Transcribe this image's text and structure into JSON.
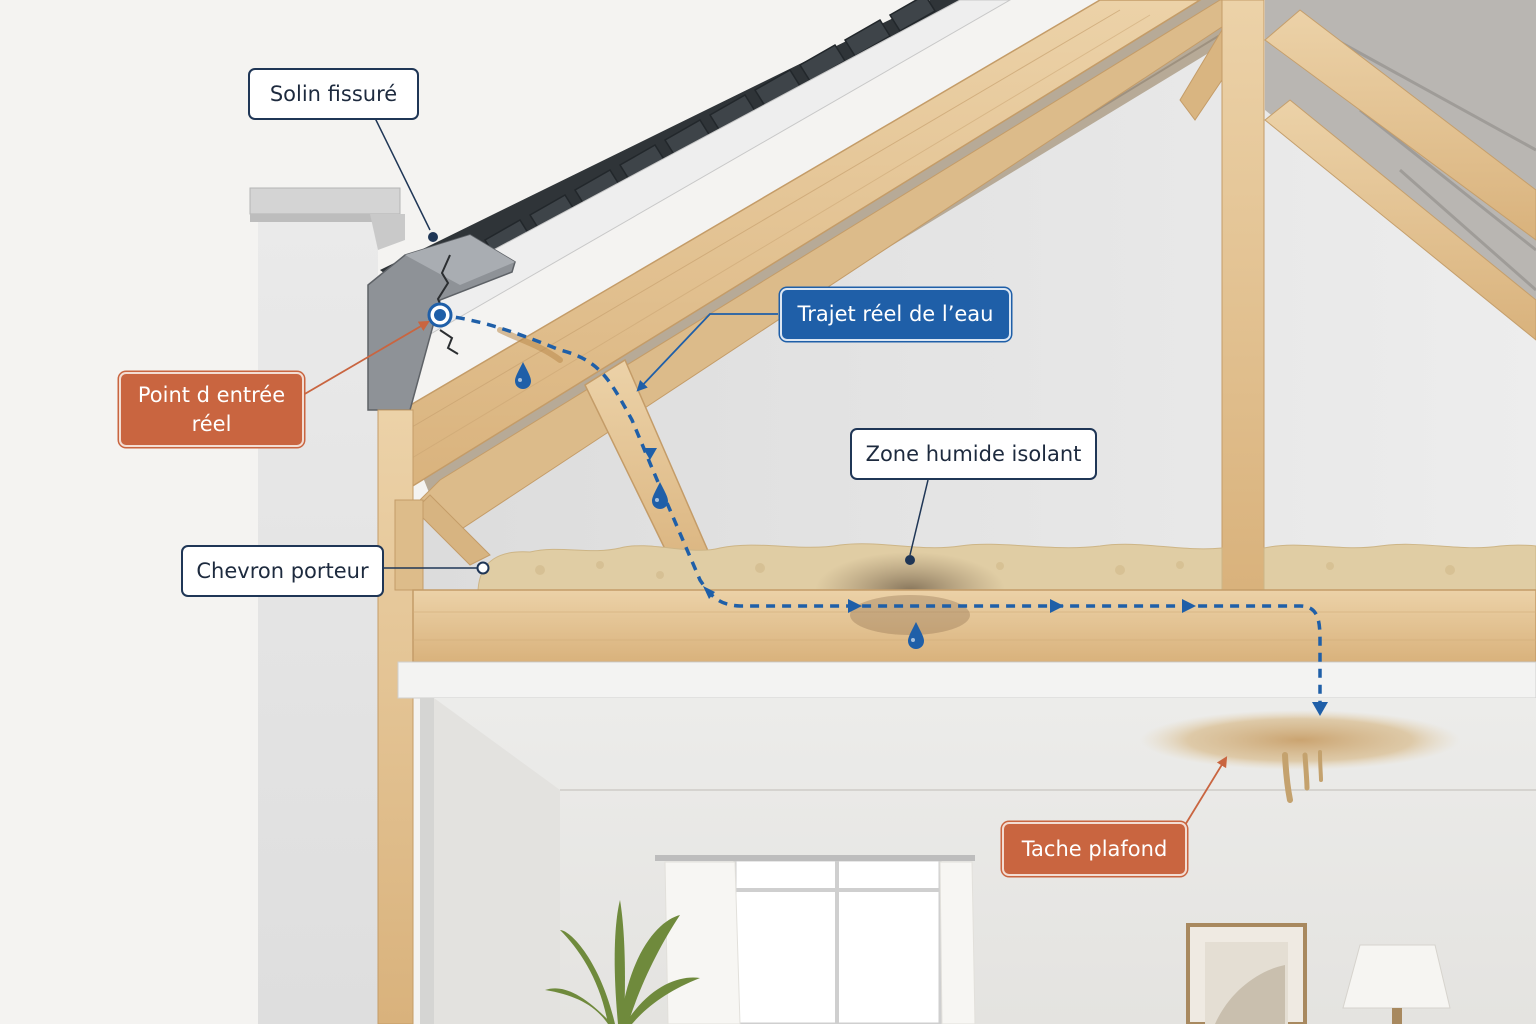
{
  "labels": {
    "cracked_flashing": "Solin fissuré",
    "entry_point": "Point d entrée\nréel",
    "water_path": "Trajet réel de l’eau",
    "wet_insulation": "Zone humide isolant",
    "rafter": "Chevron porteur",
    "ceiling_stain": "Tache plafond"
  },
  "colors": {
    "path_blue": "#1f5fa8",
    "accent_orange": "#c96540",
    "callout_border": "#1f3656",
    "wood": "#e3c293",
    "insulation": "#e0cda4"
  }
}
